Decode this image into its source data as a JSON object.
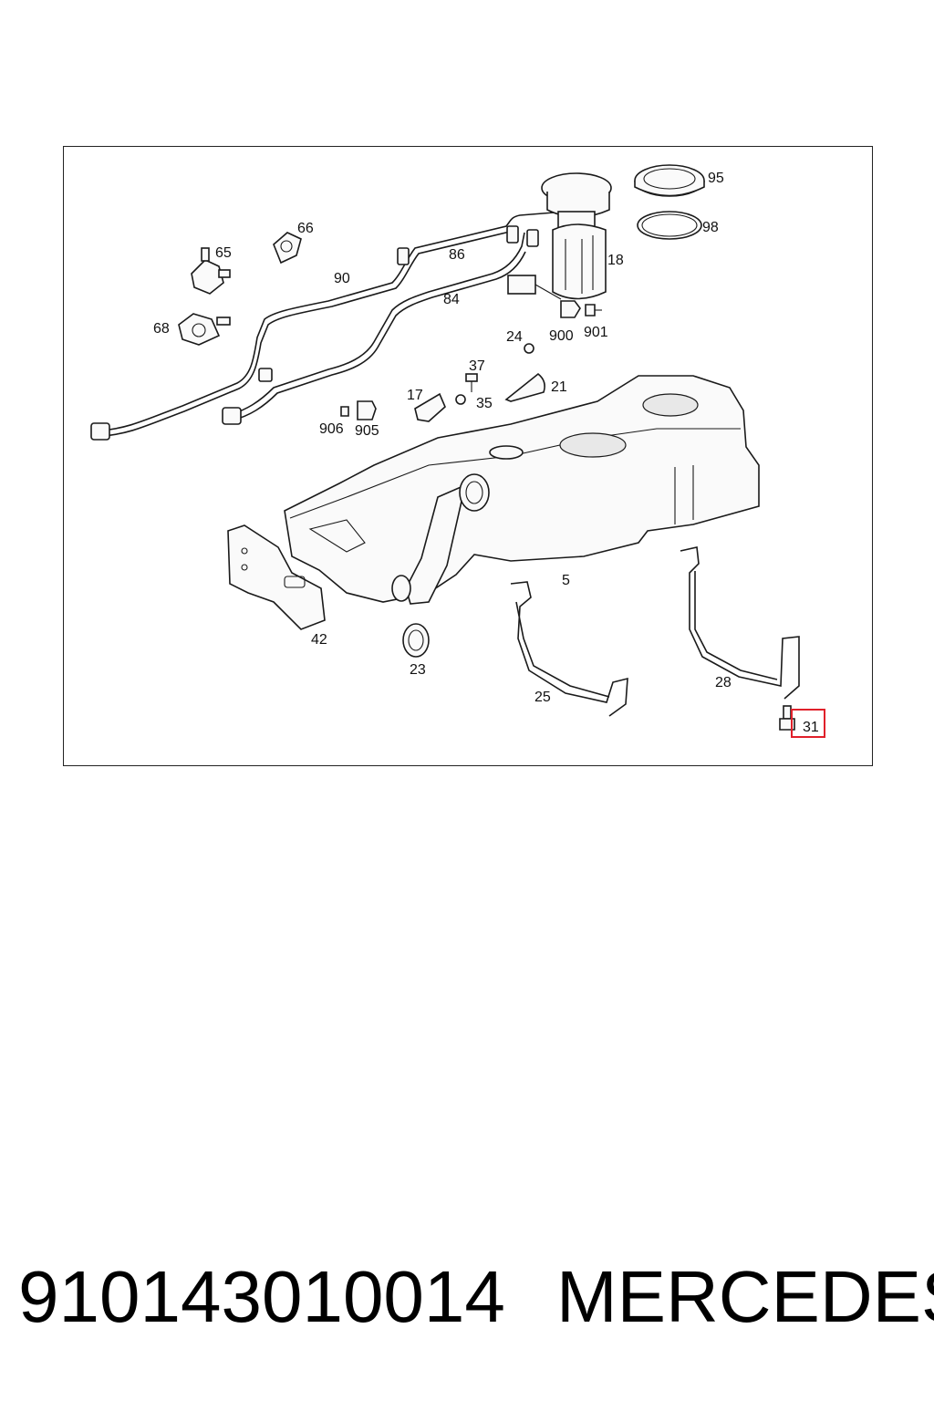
{
  "diagram": {
    "callouts": {
      "c95": "95",
      "c98": "98",
      "c66": "66",
      "c65": "65",
      "c18": "18",
      "c86": "86",
      "c90": "90",
      "c84": "84",
      "c68": "68",
      "c900": "900",
      "c901": "901",
      "c24": "24",
      "c37": "37",
      "c17": "17",
      "c35": "35",
      "c21": "21",
      "c906": "906",
      "c905": "905",
      "c5": "5",
      "c42": "42",
      "c23": "23",
      "c25": "25",
      "c28": "28",
      "c31": "31"
    },
    "highlight_color": "#e0202a"
  },
  "footer": {
    "part_number": "910143010014",
    "brand": "MERCEDES"
  }
}
